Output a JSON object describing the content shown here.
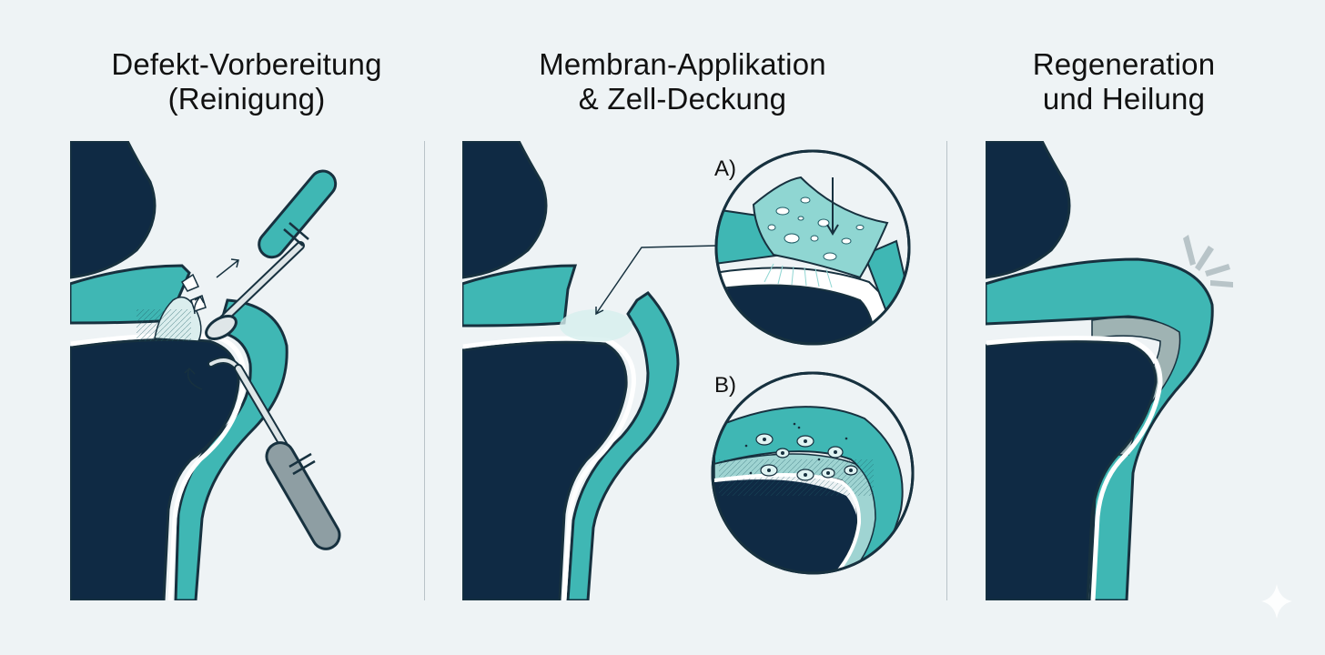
{
  "panels": [
    {
      "title_line1": "Defekt-Vorbereitung",
      "title_line2": "(Reinigung)"
    },
    {
      "title_line1": "Membran-Applikation",
      "title_line2": "& Zell-Deckung"
    },
    {
      "title_line1": "Regeneration",
      "title_line2": "und Heilung"
    }
  ],
  "insets": {
    "a_label": "A)",
    "b_label": "B)"
  },
  "colors": {
    "background": "#eef3f5",
    "bone": "#0f2a44",
    "cartilage": "#3fb7b4",
    "cartilage_light": "#8fd6d2",
    "healed": "#9fb3b3",
    "outline": "#17313f",
    "instrument_handle": "#8e9ea3"
  },
  "icons": [
    "curette-icon",
    "probe-icon",
    "sparkle-icon"
  ]
}
